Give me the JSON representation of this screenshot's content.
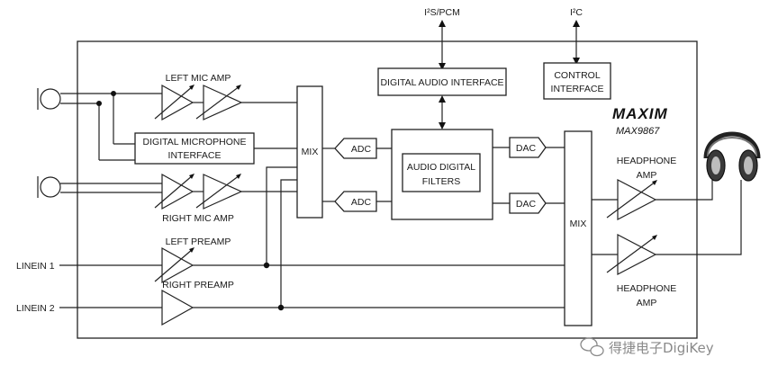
{
  "diagram": {
    "bus_labels": {
      "i2s_pcm": "I²S/PCM",
      "i2c": "I²C"
    },
    "blocks": {
      "digital_audio_interface": "DIGITAL AUDIO INTERFACE",
      "control_interface": [
        "CONTROL",
        "INTERFACE"
      ],
      "digital_mic_interface": [
        "DIGITAL MICROPHONE",
        "INTERFACE"
      ],
      "mix_left": "MIX",
      "mix_right": "MIX",
      "adc_top": "ADC",
      "adc_bottom": "ADC",
      "audio_digital_filters": [
        "AUDIO DIGITAL",
        "FILTERS"
      ],
      "dac_top": "DAC",
      "dac_bottom": "DAC"
    },
    "amp_labels": {
      "left_mic_amp": "LEFT MIC AMP",
      "right_mic_amp": "RIGHT MIC AMP",
      "left_preamp": "LEFT PREAMP",
      "right_preamp": "RIGHT PREAMP",
      "headphone_amp_top": [
        "HEADPHONE",
        "AMP"
      ],
      "headphone_amp_bottom": [
        "HEADPHONE",
        "AMP"
      ]
    },
    "inputs": {
      "linein1": "LINEIN 1",
      "linein2": "LINEIN 2"
    },
    "brand": "MAXIM",
    "part_number": "MAX9867",
    "icons": [
      "microphone-icon",
      "headphones-icon"
    ]
  },
  "watermark": "得捷电子DigiKey"
}
